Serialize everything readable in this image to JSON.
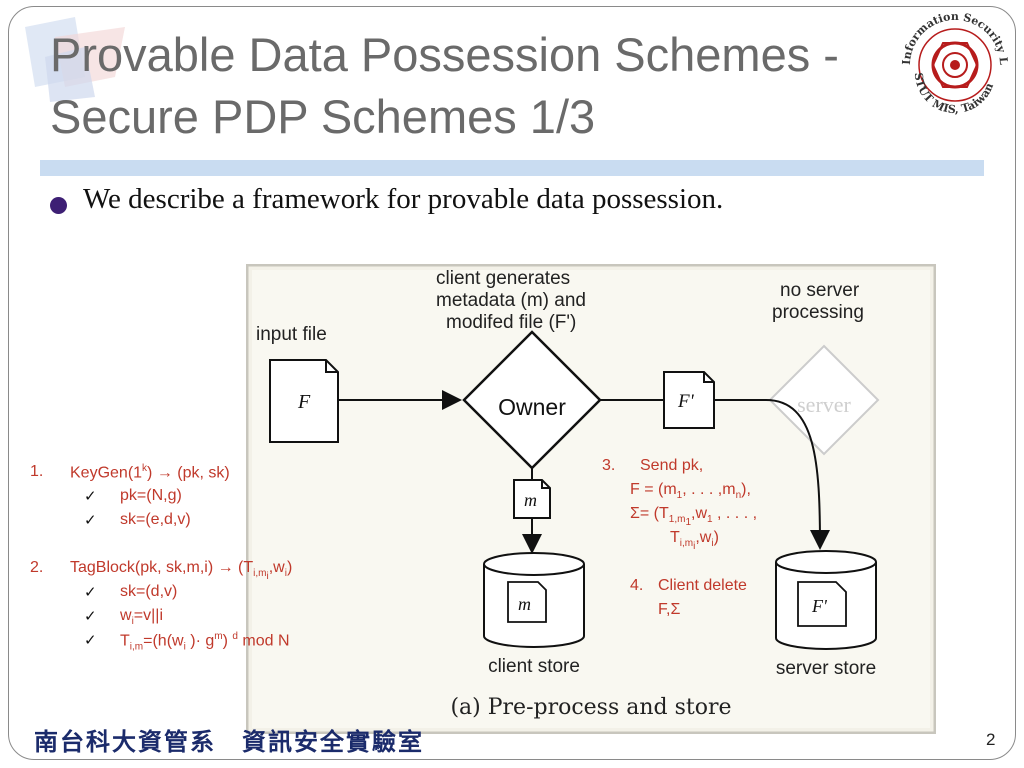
{
  "slide": {
    "title_line1": "Provable Data Possession Schemes -",
    "title_line2": "Secure PDP Schemes 1/3",
    "bullet": "We describe a framework for provable data possession.",
    "logo_text_top": "Information Security Lab.",
    "logo_text_bottom": "STUT MIS, Taiwan",
    "footer": "南台科大資管系　資訊安全實驗室",
    "page_number": "2"
  },
  "figure": {
    "label_input_file": "input file",
    "label_client_gen_1": "client generates",
    "label_client_gen_2": "metadata (m) and",
    "label_client_gen_3": "modifed file (F')",
    "label_no_server_1": "no server",
    "label_no_server_2": "processing",
    "file_F": "F",
    "owner": "Owner",
    "file_F_prime": "F'",
    "server": "server",
    "file_m": "m",
    "client_store": "client store",
    "server_store": "server store",
    "caption": "(a) Pre-process and store"
  },
  "steps_left": {
    "s1_num": "1.",
    "s1_text": "KeyGen(1",
    "s1_sup": "k",
    "s1_rest": ") → (pk, sk)",
    "s1_a": "pk=(N,g)",
    "s1_b": "sk=(e,d,v)",
    "s2_num": "2.",
    "s2_text": "TagBlock(pk, sk,m,i) → (T",
    "s2_sub": "i,m",
    "s2_subsub": "i",
    "s2_rest": ",w",
    "s2_rest_sub": "i",
    "s2_close": ")",
    "s2_a": "sk=(d,v)",
    "s2_b_w": "w",
    "s2_b_sub": "i",
    "s2_b_rest": "=v||i",
    "s2_c_T": "T",
    "s2_c_sub": "i,m",
    "s2_c_mid": "=(h(w",
    "s2_c_sub2": "i",
    "s2_c_mid2": " )· g",
    "s2_c_sup": "m",
    "s2_c_mid3": ") ",
    "s2_c_sup2": "d",
    "s2_c_end": " mod N",
    "check": "✓"
  },
  "steps_right": {
    "s3_num": "3.",
    "s3_l1": "Send pk,",
    "s3_l2a": "F = (m",
    "s3_l2_sub1": "1",
    "s3_l2b": ", . . . ,m",
    "s3_l2_sub2": "n",
    "s3_l2c": "),",
    "s3_l3a": "Σ= (T",
    "s3_l3_sub1": "1,m",
    "s3_l3_subsub": "1",
    "s3_l3b": ",w",
    "s3_l3_sub2": "1",
    "s3_l3c": " , . . . ,",
    "s3_l4a": "T",
    "s3_l4_sub": "i,m",
    "s3_l4_subsub": "i",
    "s3_l4b": ",w",
    "s3_l4_sub2": "i",
    "s3_l4c": ")",
    "s4_num": "4.",
    "s4_l1": "Client  delete",
    "s4_l2": "F,Σ"
  },
  "colors": {
    "title": "#6a6a6a",
    "accent_rule": "#c9dcf1",
    "bullet": "#3d1f74",
    "notes": "#c0392b",
    "footer": "#1b2b6b"
  }
}
